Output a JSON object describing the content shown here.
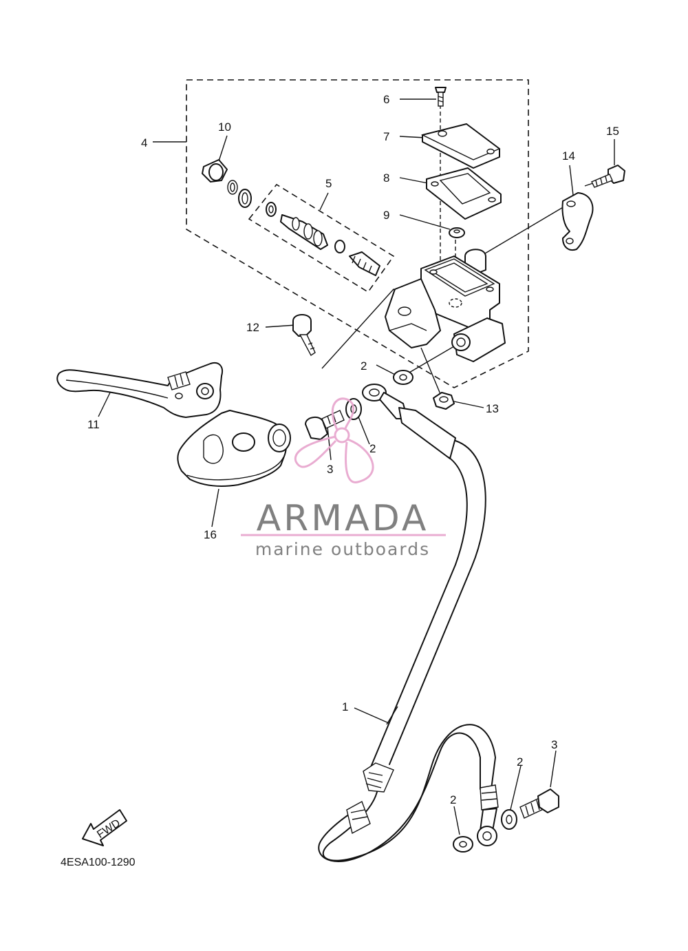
{
  "diagram": {
    "code": "4ESA100-1290",
    "fwd_label": "FWD",
    "callouts": [
      "1",
      "2",
      "2",
      "2",
      "2",
      "3",
      "3",
      "4",
      "5",
      "6",
      "7",
      "8",
      "9",
      "10",
      "11",
      "12",
      "13",
      "14",
      "15",
      "16"
    ]
  },
  "watermark": {
    "brand": "ARMADA",
    "tagline": "marine outboards",
    "colors": {
      "text": "#7a7a7a",
      "accent": "#e8a8cf"
    }
  }
}
